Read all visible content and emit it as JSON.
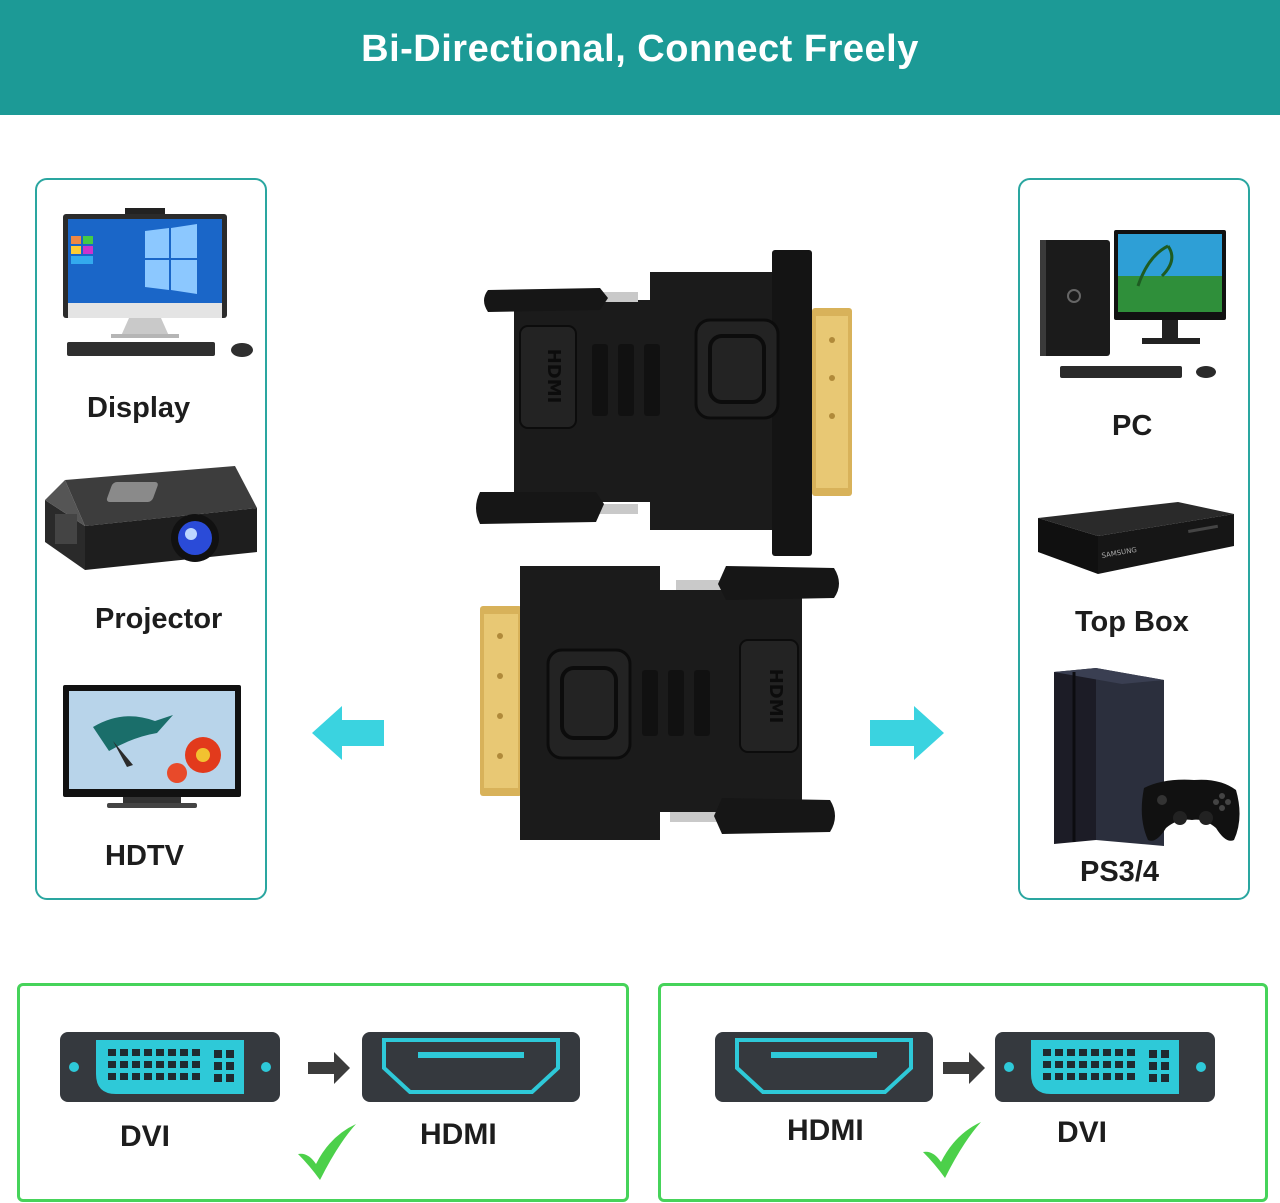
{
  "header": {
    "title": "Bi-Directional, Connect Freely"
  },
  "left_devices": [
    {
      "label": "Display",
      "icon": "monitor-icon"
    },
    {
      "label": "Projector",
      "icon": "projector-icon"
    },
    {
      "label": "HDTV",
      "icon": "tv-icon"
    }
  ],
  "right_devices": [
    {
      "label": "PC",
      "icon": "desktop-pc-icon"
    },
    {
      "label": "Top Box",
      "icon": "set-top-box-icon"
    },
    {
      "label": "PS3/4",
      "icon": "game-console-icon"
    }
  ],
  "center": {
    "adapter_logo_text": "HDMI",
    "set_top_box_brand": "SAMSUNG"
  },
  "conversions": [
    {
      "from": "DVI",
      "to": "HDMI"
    },
    {
      "from": "HDMI",
      "to": "DVI"
    }
  ],
  "colors": {
    "banner": "#1c9a96",
    "panel_border": "#2aa6a0",
    "conversion_border": "#46d35a",
    "arrow_cyan": "#3ad3e0",
    "connector_cyan": "#2ec9d8",
    "connector_body": "#35393e",
    "check_green": "#4cd04a"
  }
}
